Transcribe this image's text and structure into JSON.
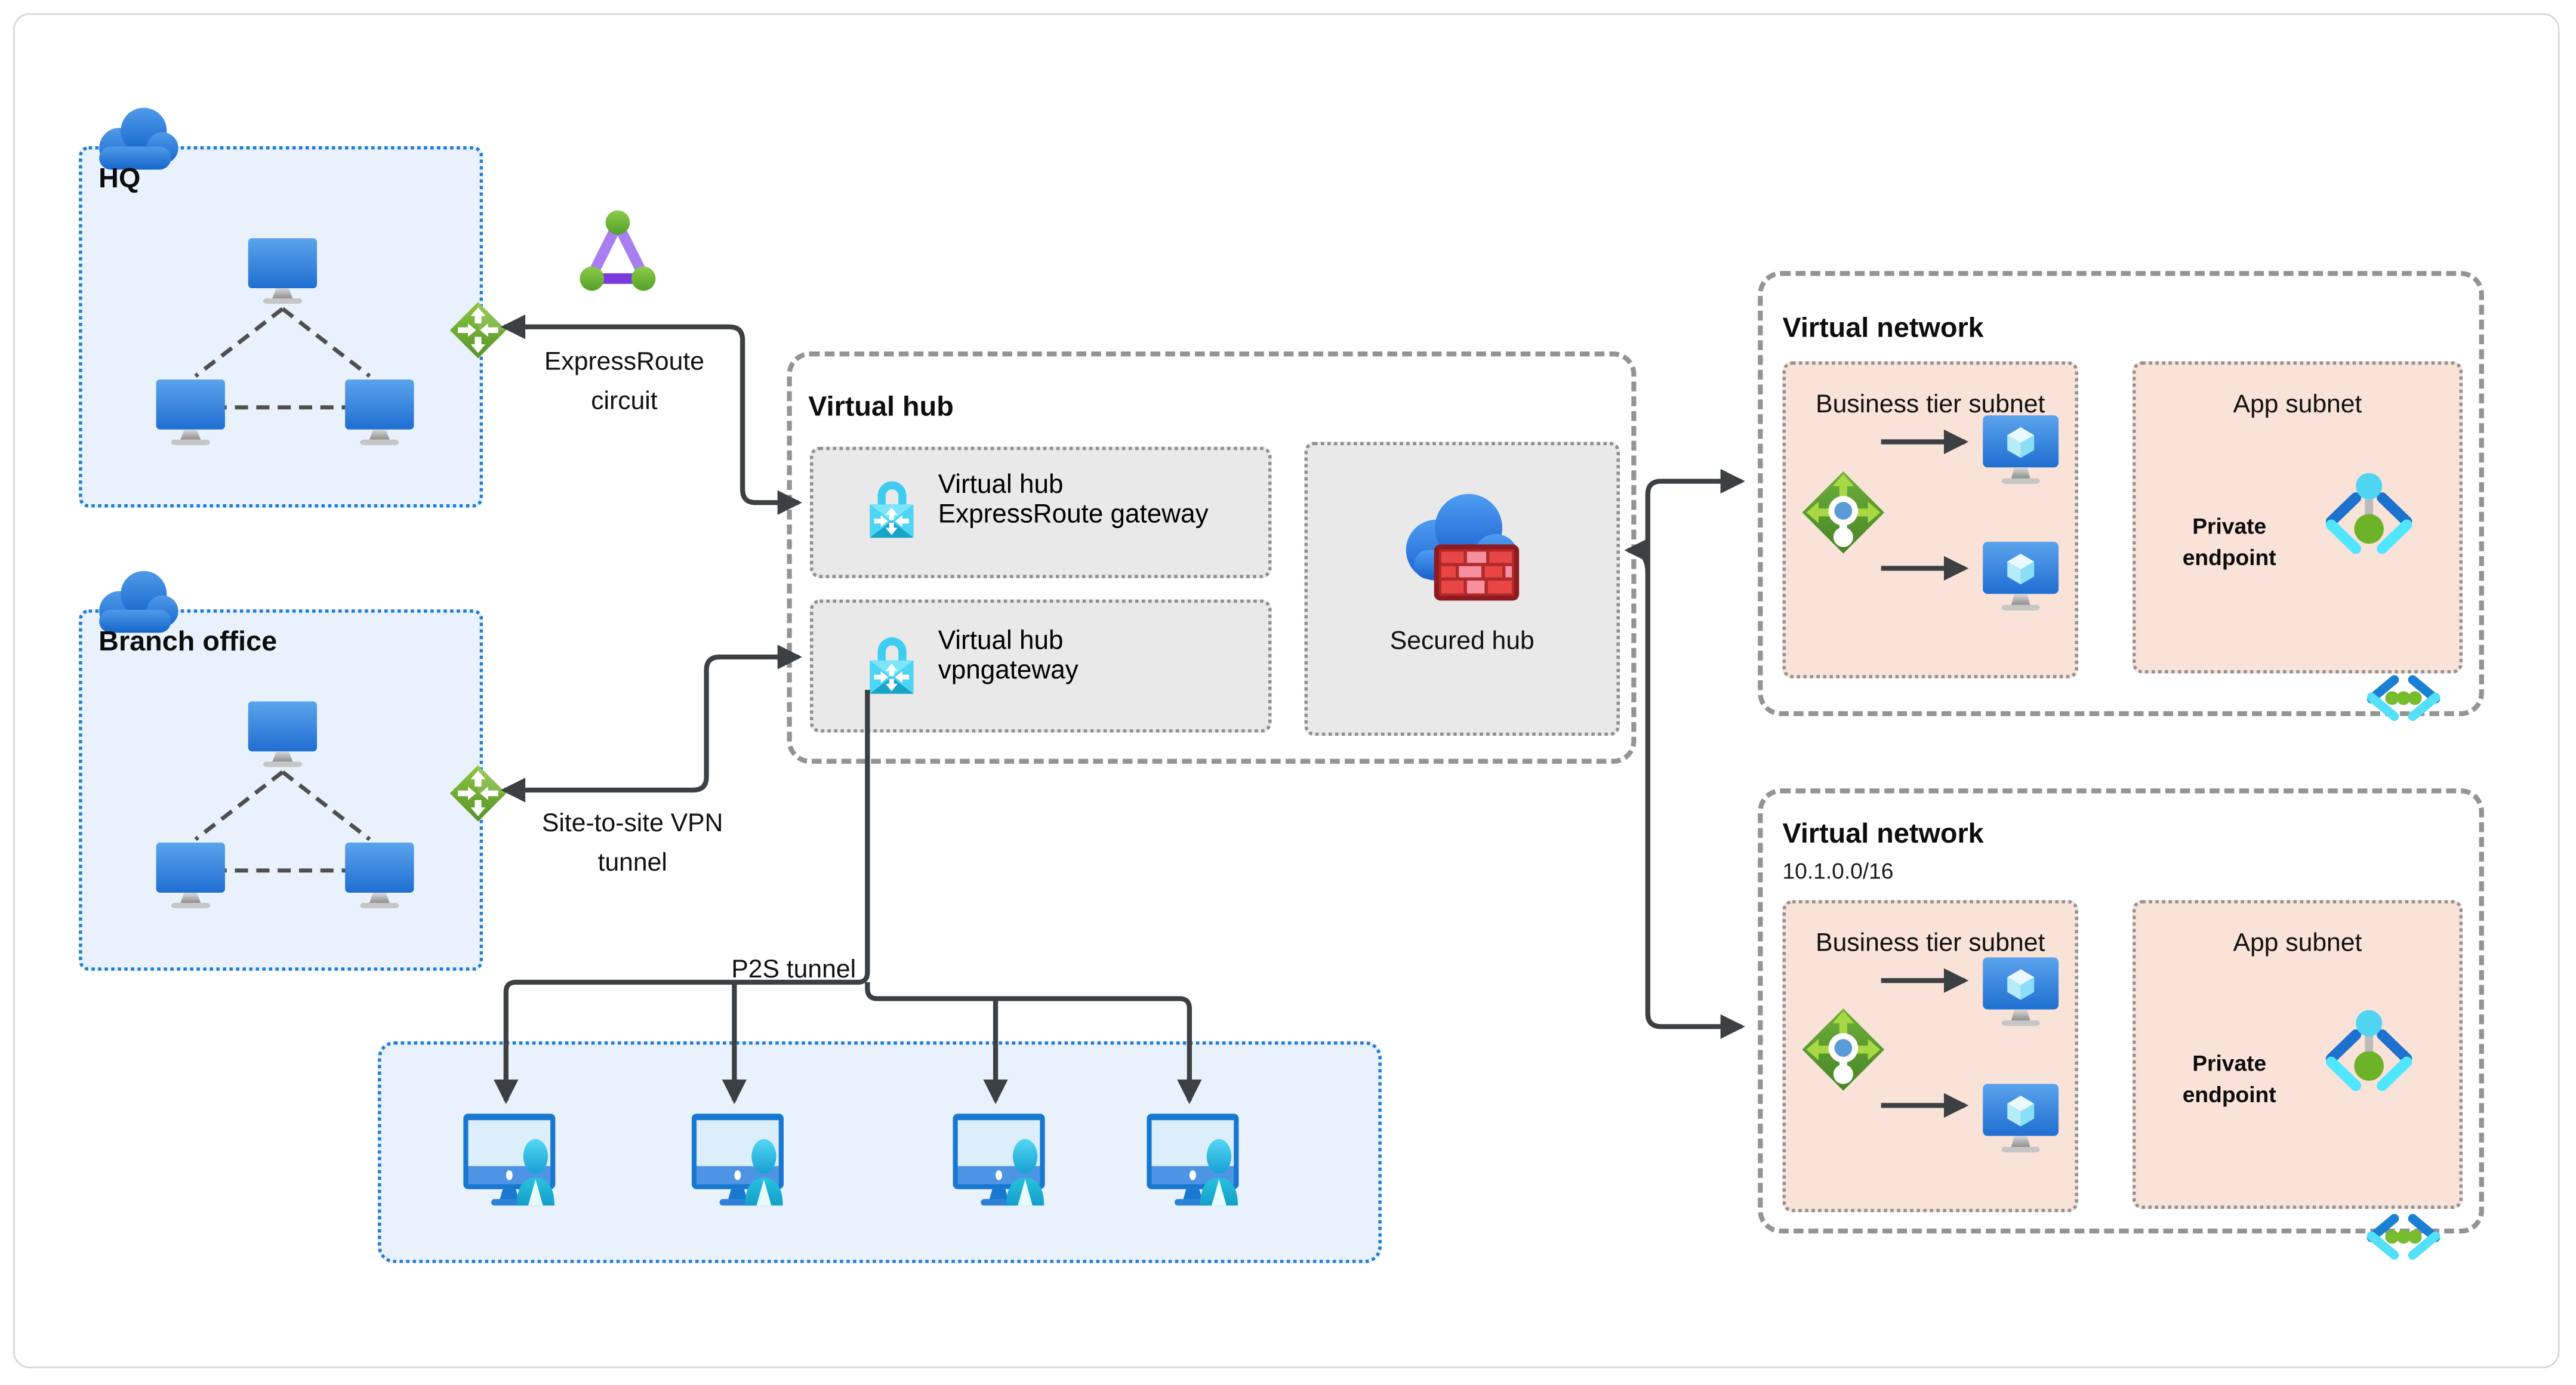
{
  "offices": {
    "hq": {
      "label": "HQ"
    },
    "branch": {
      "label": "Branch office"
    }
  },
  "connections": {
    "expressroute": {
      "line1": "ExpressRoute",
      "line2": "circuit"
    },
    "site_to_site": {
      "line1": "Site-to-site VPN",
      "line2": "tunnel"
    },
    "p2s": {
      "label": "P2S tunnel"
    }
  },
  "virtual_hub": {
    "title": "Virtual hub",
    "er_gateway": {
      "line1": "Virtual hub",
      "line2": "ExpressRoute gateway"
    },
    "vpn_gateway": {
      "line1": "Virtual hub",
      "line2": "vpngateway"
    },
    "secured_hub": {
      "label": "Secured hub"
    }
  },
  "vnets": [
    {
      "title": "Virtual network",
      "subtitle": "",
      "business_subnet": {
        "title": "Business tier subnet"
      },
      "app_subnet": {
        "title": "App subnet",
        "private_endpoint": {
          "line1": "Private",
          "line2": "endpoint"
        }
      }
    },
    {
      "title": "Virtual network",
      "subtitle": "10.1.0.0/16",
      "business_subnet": {
        "title": "Business tier subnet"
      },
      "app_subnet": {
        "title": "App subnet",
        "private_endpoint": {
          "line1": "Private",
          "line2": "endpoint"
        }
      }
    }
  ],
  "colors": {
    "office_border": "#1e7ed6",
    "office_fill": "#e9f2fc",
    "hub_border": "#949494",
    "inner_box_fill": "#e9e9e9",
    "subnet_fill": "#f9e2d8",
    "arrow": "#3c4043",
    "lock_icon": "#2ec0e4",
    "diamond_icon": "#6fae3a",
    "firewall_brick": "#d13b3b"
  }
}
